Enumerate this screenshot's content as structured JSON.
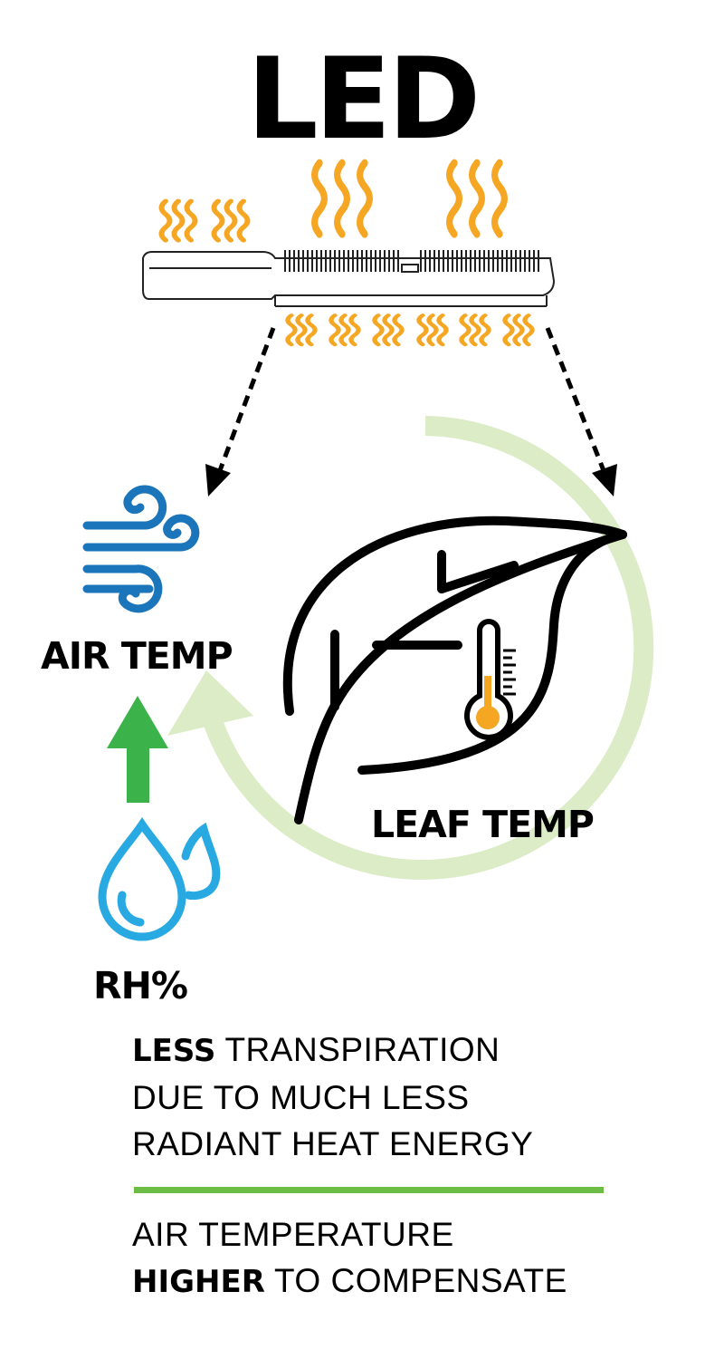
{
  "title": "LED",
  "labels": {
    "air_temp": "AIR TEMP",
    "leaf_temp": "LEAF TEMP",
    "rh": "RH%"
  },
  "description_1": {
    "bold": "LESS",
    "line1_rest": " TRANSPIRATION",
    "line2": "DUE TO MUCH LESS",
    "line3": "RADIANT HEAT ENERGY"
  },
  "description_2": {
    "line1": "AIR TEMPERATURE",
    "bold": "HIGHER",
    "line2_rest": " TO COMPENSATE"
  },
  "colors": {
    "heat": "#f5a623",
    "wind": "#1b75bb",
    "water": "#29a9e1",
    "up_arrow": "#3bb34a",
    "cycle_arrow": "#dcecc6",
    "divider": "#6cbd45",
    "thermometer": "#f5a623",
    "ink": "#000000"
  },
  "icons": {
    "fixture": "led-light-fixture-icon",
    "wind": "wind-icon",
    "leaf": "leaf-icon",
    "thermometer": "thermometer-icon",
    "droplets": "water-droplets-icon",
    "heat": "heat-waves-icon"
  }
}
